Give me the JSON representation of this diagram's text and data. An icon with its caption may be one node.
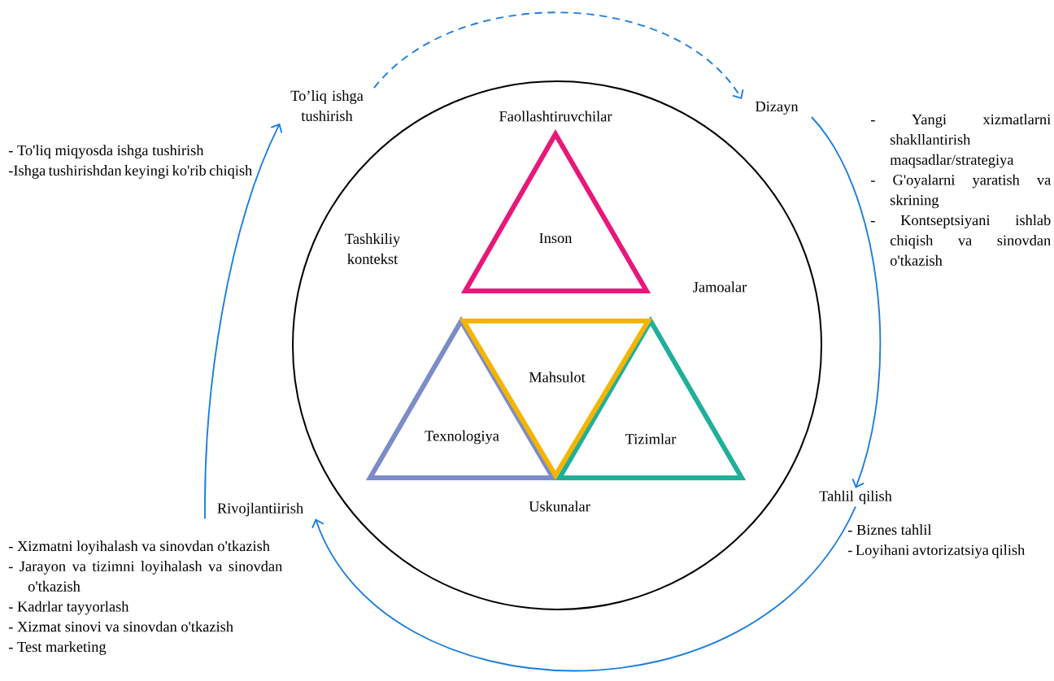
{
  "diagram": {
    "nodes": [
      {
        "text": [
          "To’liq ishga tushirish"
        ],
        "beside": [
          "- To'liq miqyosda ishga tushirish",
          "-Ishga tushirishdan keyingi ko'rib chiqish"
        ]
      },
      {
        "text": [
          "Dizayn"
        ],
        "beside": [
          "- Yangi xizmatlarni shakllantirish maqsadlar/strategiya",
          "- G'oyalarni yaratish va skrining",
          "- Kontseptsiyani ishlab chiqish va sinovdan o'tkazish"
        ]
      },
      {
        "text": [
          "Tahlil qilish"
        ],
        "beside": [
          "- Biznes tahlil",
          "- Loyihani avtorizatsiya qilish"
        ]
      },
      {
        "text": [
          "Rivojlantiirish"
        ],
        "beside": [
          "- Xizmatni loyihalash va sinovdan o'tkazish",
          "- Jarayon va tizimni loyihalash va sinovdan o'tkazish",
          "- Kadrlar tayyorlash",
          "- Xizmat sinovi va sinovdan o'tkazish",
          "- Test marketing"
        ]
      },
      {
        "text": [],
        "shape": "circle"
      },
      {
        "text": [
          "Inson"
        ],
        "in": 4
      },
      {
        "text": [
          "Mahsulot"
        ],
        "in": 4
      },
      {
        "text": [
          "Texnologiya"
        ],
        "in": 4
      },
      {
        "text": [
          "Tizimlar"
        ],
        "in": 4
      }
    ],
    "edges": [
      {
        "from": 0,
        "to": 1,
        "arrow": "to",
        "style": "dashed"
      },
      {
        "from": 1,
        "to": 2,
        "arrow": "to"
      },
      {
        "from": 2,
        "to": 3,
        "arrow": "to"
      },
      {
        "from": 3,
        "to": 0,
        "arrow": "to"
      }
    ],
    "labels": [
      "Faollashtiruvchilar",
      "Tashkiliy kontekst",
      "Jamoalar",
      "Uskunalar"
    ]
  }
}
